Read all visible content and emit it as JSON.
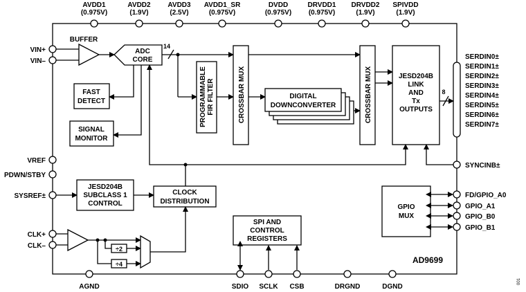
{
  "chip": {
    "part_number": "AD9699",
    "figure_code": "001"
  },
  "top_pins": [
    {
      "name": "AVDD1",
      "voltage": "(0.975V)"
    },
    {
      "name": "AVDD2",
      "voltage": "(1.9V)"
    },
    {
      "name": "AVDD3",
      "voltage": "(2.5V)"
    },
    {
      "name": "AVDD1_SR",
      "voltage": "(0.975V)"
    },
    {
      "name": "DVDD",
      "voltage": "(0.975V)"
    },
    {
      "name": "DRVDD1",
      "voltage": "(0.975V)"
    },
    {
      "name": "DRVDD2",
      "voltage": "(1.9V)"
    },
    {
      "name": "SPIVDD",
      "voltage": "(1.9V)"
    }
  ],
  "left_pins": [
    "VIN+",
    "VIN–",
    "VREF",
    "PDWN/STBY",
    "SYSREF±",
    "CLK+",
    "CLK–"
  ],
  "bottom_pins": [
    "AGND",
    "SDIO",
    "SCLK",
    "CSB",
    "DRGND",
    "DGND"
  ],
  "right_pins": {
    "serdin": [
      "SERDIN0±",
      "SERDIN1±",
      "SERDIN2±",
      "SERDIN3±",
      "SERDIN4±",
      "SERDIN5±",
      "SERDIN6±",
      "SERDIN7±"
    ],
    "syncinb": "SYNCINB±",
    "gpio": [
      "FD/GPIO_A0",
      "GPIO_A1",
      "GPIO_B0",
      "GPIO_B1"
    ]
  },
  "blocks": {
    "buffer": "BUFFER",
    "adc_line1": "ADC",
    "adc_line2": "CORE",
    "fir_line1": "PROGRAMMABLE",
    "fir_line2": "FIR FILTER",
    "crossbar_mux": "CROSSBAR MUX",
    "ddc_line1": "DIGITAL",
    "ddc_line2": "DOWNCONVERTER",
    "jesd_line1": "JESD204B",
    "jesd_line2": "LINK",
    "jesd_line3": "AND",
    "jesd_line4": "Tx",
    "jesd_line5": "OUTPUTS",
    "fast_line1": "FAST",
    "fast_line2": "DETECT",
    "sigmon_line1": "SIGNAL",
    "sigmon_line2": "MONITOR",
    "sub_line1": "JESD204B",
    "sub_line2": "SUBCLASS 1",
    "sub_line3": "CONTROL",
    "clk_line1": "CLOCK",
    "clk_line2": "DISTRIBUTION",
    "spi_line1": "SPI AND",
    "spi_line2": "CONTROL",
    "spi_line3": "REGISTERS",
    "gpio_line1": "GPIO",
    "gpio_line2": "MUX",
    "div2": "÷2",
    "div4": "÷4"
  },
  "bus_widths": {
    "adc_output": "14",
    "serdes_lanes": "8"
  }
}
